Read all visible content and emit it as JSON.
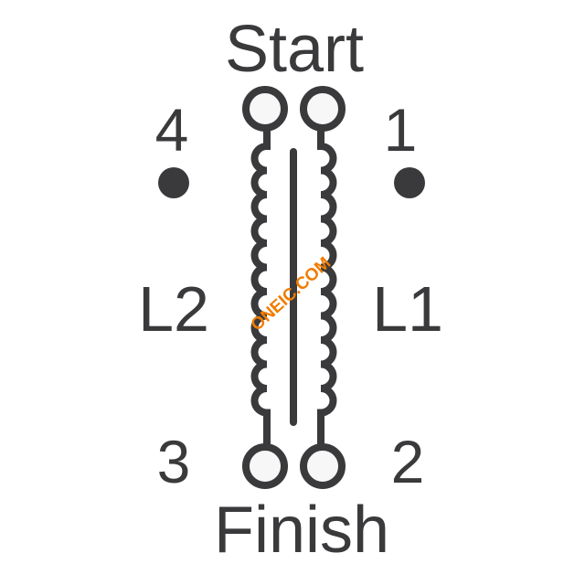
{
  "labels": {
    "start": "Start",
    "finish": "Finish",
    "pin4": "4",
    "pin1": "1",
    "pin3": "3",
    "pin2": "2",
    "winding_left": "L2",
    "winding_right": "L1"
  },
  "watermark": "ONEIC.COM",
  "colors": {
    "ink": "#3a3a3c",
    "watermark": "#f07c00",
    "terminal_fill": "#f7f7f7"
  }
}
